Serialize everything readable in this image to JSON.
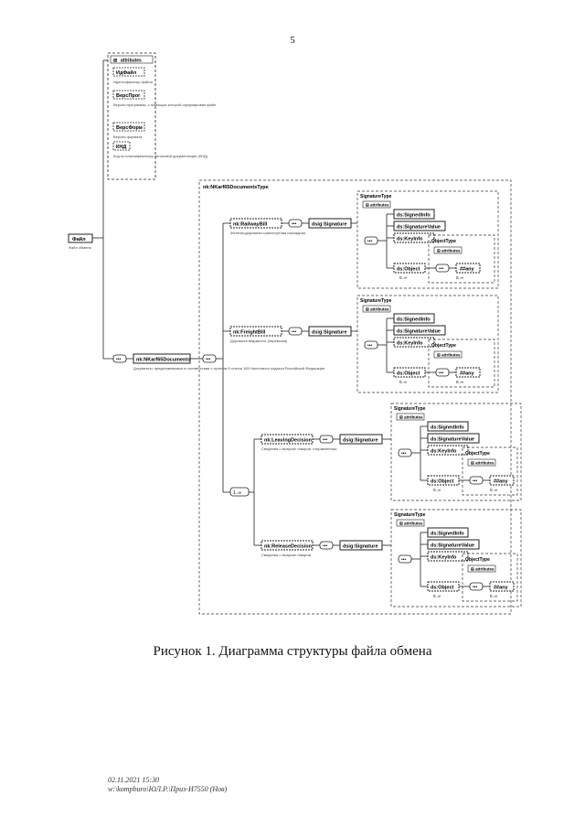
{
  "page_number": "5",
  "caption": "Рисунок 1. Диаграмма структуры файла обмена",
  "footer": {
    "line1": "02.11.2021 15:30",
    "line2": "w:\\kompburo\\ЮЛ.Р.\\Приз-И7550 (Нов)"
  },
  "diagram": {
    "attributes_label": "attributes",
    "attrs": [
      {
        "name": "ИдФайл",
        "desc": "Идентификатор файла"
      },
      {
        "name": "ВерсПрог",
        "desc": "Версия программы, с помощью которой сформирован файл"
      },
      {
        "name": "ВерсФорм",
        "desc": "Версия формата"
      },
      {
        "name": "КНД",
        "desc": "Код по классификатору налоговой документации (КНД)"
      }
    ],
    "root": {
      "name": "Файл",
      "desc": "Файл обмена"
    },
    "documents": {
      "name": "nk:NKarf65Documents",
      "desc": "Документы, представляемые в соответствии с пунктом 5 статьи 165 Налогового кодекса Российской Федерации"
    },
    "group_type": "nk:NKarf65DocumentsType",
    "children": [
      {
        "name": "nk:RailwayBill",
        "desc": "Железнодорожная транспортная накладная",
        "sig": "dsig:Signature"
      },
      {
        "name": "nk:FreightBill",
        "desc": "Дорожная ведомость (перевозка)",
        "sig": "dsig:Signature"
      },
      {
        "name": "nk:LeavingDecision",
        "desc": "Сведения о выпуске товаров, отправленных",
        "sig": "dsig:Signature"
      },
      {
        "name": "nk:ReleaseDecision",
        "desc": "Сведения о выпуске товаров",
        "sig": "dsig:Signature"
      }
    ],
    "choice_range": "1..∞",
    "signature": {
      "type": "SignatureType",
      "elements": [
        "ds:SignedInfo",
        "ds:SignatureValue",
        "ds:KeyInfo",
        "ds:Object"
      ],
      "object_type": "ObjectType",
      "any": "##any",
      "range": "0..∞"
    }
  }
}
